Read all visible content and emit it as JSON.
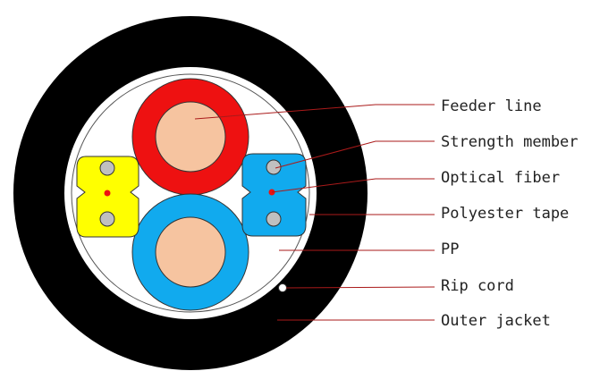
{
  "labels": {
    "feeder_line": "Feeder line",
    "strength_member": "Strength member",
    "optical_fiber": "Optical fiber",
    "polyester_tape": "Polyester tape",
    "pp": "PP",
    "rip_cord": "Rip cord",
    "outer_jacket": "Outer jacket"
  },
  "colors": {
    "outer_jacket": "#000000",
    "filler": "#ffffff",
    "feeder_red": "#ee1111",
    "feeder_blue": "#11aaee",
    "conductor": "#f6c4a0",
    "fiber_yellow": "#ffff00",
    "fiber_blue": "#11aaee",
    "strength_member": "#c0c0c0",
    "fiber_core": "#ee1111",
    "leader_line": "#aa1a1a"
  }
}
